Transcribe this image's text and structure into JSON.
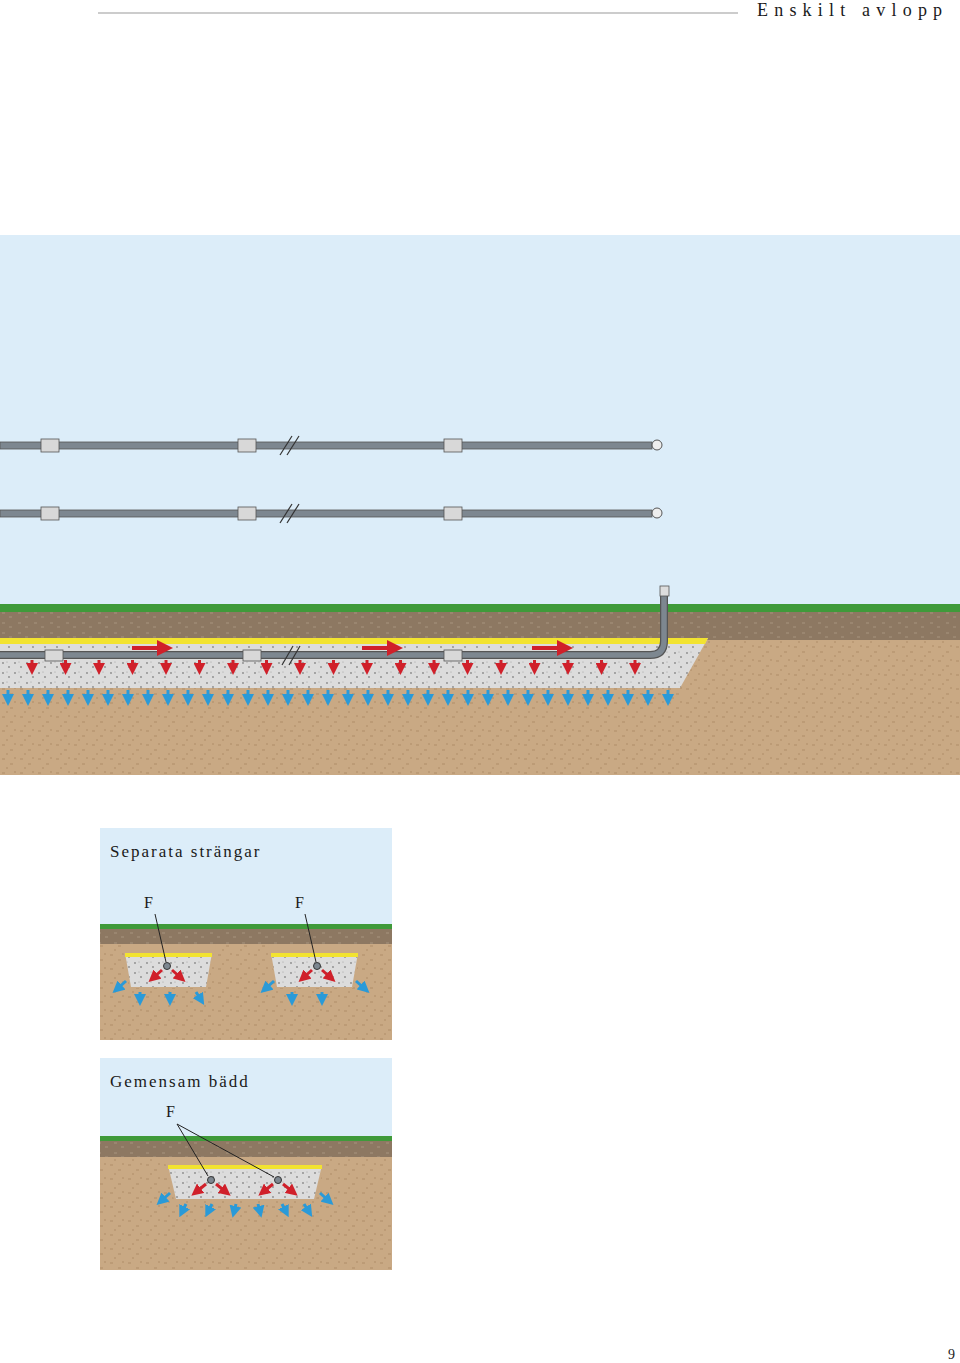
{
  "diagram": {
    "nodes": [
      {
        "text": [
          "Separata strängar"
        ]
      },
      {
        "text": [
          "Gemensam bädd"
        ]
      }
    ],
    "labels": [
      "Enskilt avlopp",
      "F",
      "F",
      "F",
      "9"
    ]
  }
}
